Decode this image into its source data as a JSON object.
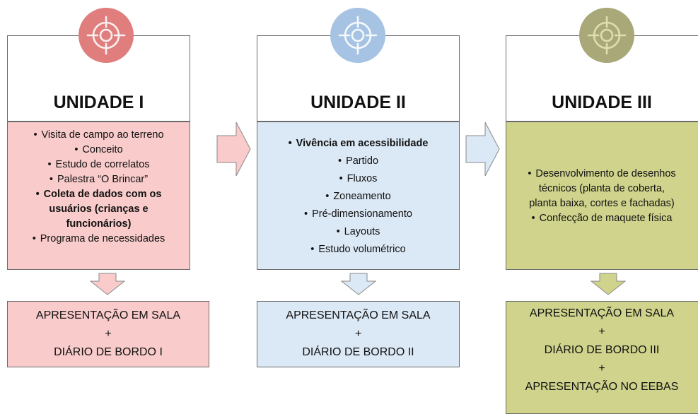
{
  "colors": {
    "u1_fill": "#f9cbcb",
    "u1_icon": "#e07e7e",
    "u2_fill": "#dbe8f5",
    "u2_icon": "#a7c3e3",
    "u3_fill": "#cfd38c",
    "u3_icon": "#a8a878"
  },
  "units": [
    {
      "title": "UNIDADE I",
      "icon": "target-icon",
      "items": [
        {
          "text": "Visita de campo ao terreno",
          "bullet": "•"
        },
        {
          "text": "Conceito",
          "bullet": "•"
        },
        {
          "text": "Estudo de correlatos",
          "bullet": "•"
        },
        {
          "text": "Palestra “O Brincar”",
          "bullet": "•"
        },
        {
          "text": "Coleta de dados com os",
          "bullet": "•",
          "bold": true
        },
        {
          "text": "usuários (crianças e",
          "bold": true
        },
        {
          "text": "funcionários)",
          "bold": true
        },
        {
          "text": "Programa de necessidades",
          "bullet": "•"
        }
      ],
      "output": [
        "APRESENTAÇÃO  EM SALA",
        "+",
        "DIÁRIO DE BORDO I"
      ]
    },
    {
      "title": "UNIDADE II",
      "icon": "target-icon",
      "items": [
        {
          "text": "Vivência em acessibilidade",
          "bullet": "•",
          "bold": true
        },
        {
          "text": "Partido",
          "bullet": "•"
        },
        {
          "text": "Fluxos",
          "bullet": "•"
        },
        {
          "text": "Zoneamento",
          "bullet": "•"
        },
        {
          "text": "Pré-dimensionamento",
          "bullet": "•"
        },
        {
          "text": "Layouts",
          "bullet": "•"
        },
        {
          "text": "Estudo volumétrico",
          "bullet": "•"
        }
      ],
      "output": [
        "APRESENTAÇÃO  EM SALA",
        "+",
        "DIÁRIO DE BORDO II"
      ]
    },
    {
      "title": "UNIDADE III",
      "icon": "target-icon",
      "items": [
        {
          "text": "Desenvolvimento de desenhos",
          "bullet": "•"
        },
        {
          "text": "técnicos (planta de coberta,"
        },
        {
          "text": "planta baixa, cortes e fachadas)"
        },
        {
          "text": "Confecção de maquete  física",
          "bullet": "•"
        }
      ],
      "output": [
        "APRESENTAÇÃO  EM SALA",
        "+",
        "DIÁRIO DE BORDO III",
        "+",
        "APRESENTAÇÃO  NO EEBAS"
      ]
    }
  ]
}
